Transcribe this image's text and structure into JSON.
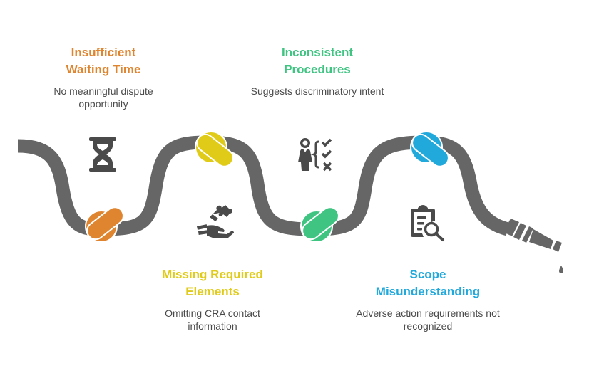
{
  "diagram": {
    "pipe_color": "#666666",
    "icon_color": "#4a4a4a",
    "items": [
      {
        "id": "insufficient-waiting-time",
        "title_lines": [
          "Insufficient",
          "Waiting Time"
        ],
        "description": "No meaningful dispute opportunity",
        "color": "#e0852f",
        "icon": "hourglass-icon",
        "knot_position": "bottom"
      },
      {
        "id": "missing-required-elements",
        "title_lines": [
          "Missing Required",
          "Elements"
        ],
        "description": "Omitting CRA contact information",
        "color": "#e1cb19",
        "icon": "hand-puzzle-icon",
        "knot_position": "top"
      },
      {
        "id": "inconsistent-procedures",
        "title_lines": [
          "Inconsistent",
          "Procedures"
        ],
        "description": "Suggests discriminatory intent",
        "color": "#3fc482",
        "icon": "person-checklist-icon",
        "knot_position": "bottom"
      },
      {
        "id": "scope-misunderstanding",
        "title_lines": [
          "Scope",
          "Misunderstanding"
        ],
        "description": "Adverse action requirements not recognized",
        "color": "#22a9dc",
        "icon": "clipboard-search-icon",
        "knot_position": "top"
      }
    ]
  }
}
